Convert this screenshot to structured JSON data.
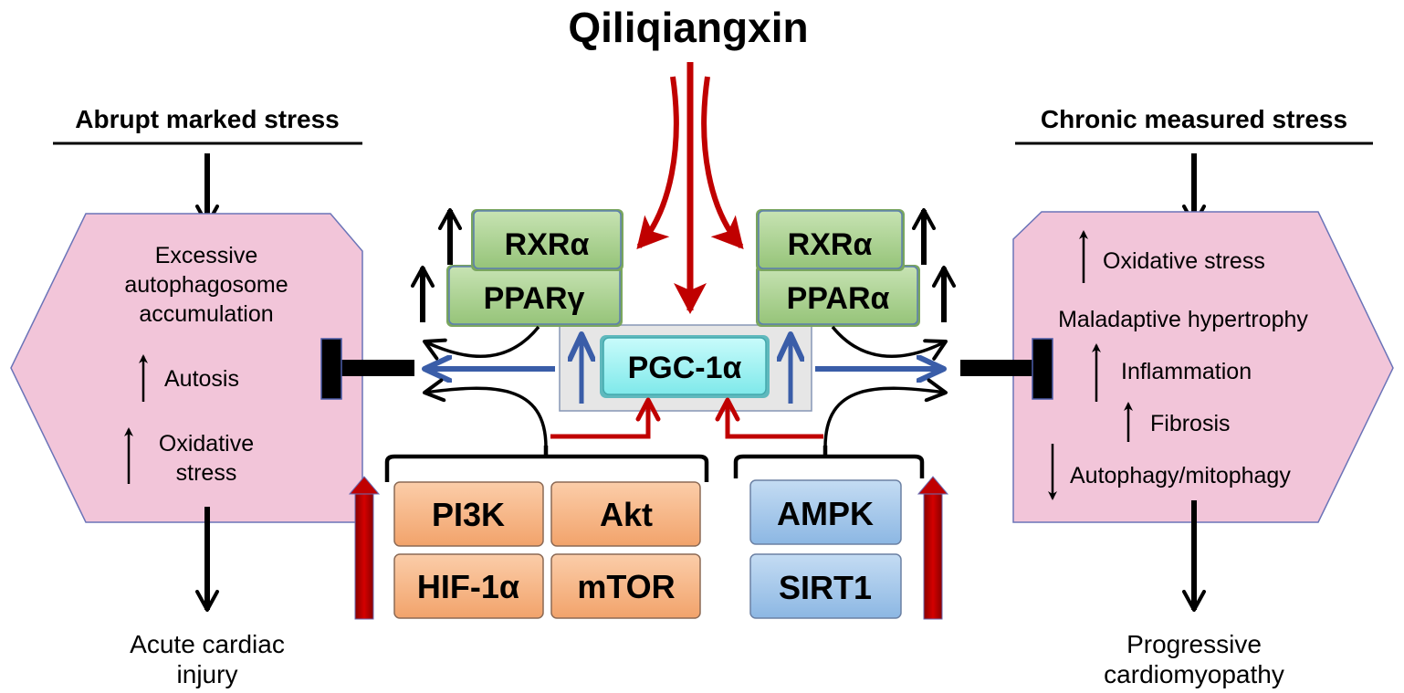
{
  "title": "Qiliqiangxin",
  "left": {
    "header": "Abrupt marked stress",
    "box_lines": [
      "Excessive",
      "autophagosome",
      "accumulation"
    ],
    "autosis": "Autosis",
    "oxidative_1": "Oxidative",
    "oxidative_2": "stress",
    "outcome_1": "Acute cardiac",
    "outcome_2": "injury"
  },
  "right": {
    "header": "Chronic measured stress",
    "oxidative": "Oxidative stress",
    "hypertrophy": "Maladaptive hypertrophy",
    "inflammation": "Inflammation",
    "fibrosis": "Fibrosis",
    "autophagy": "Autophagy/mitophagy",
    "outcome_1": "Progressive",
    "outcome_2": "cardiomyopathy"
  },
  "center": {
    "rxr_left": "RXRα",
    "ppar_left": "PPARγ",
    "rxr_right": "RXRα",
    "ppar_right": "PPARα",
    "pgc": "PGC-1α"
  },
  "kinases_left": {
    "pi3k": "PI3K",
    "akt": "Akt",
    "hif": "HIF-1α",
    "mtor": "mTOR"
  },
  "kinases_right": {
    "ampk": "AMPK",
    "sirt1": "SIRT1"
  },
  "colors": {
    "hexagon_fill": "#f2c5d9",
    "hexagon_stroke": "#6b74b8",
    "green_box": "#a9d18e",
    "cyan_box": "#9ff5f5",
    "orange_box": "#f7b889",
    "blue_box": "#a7cbec",
    "red_arrow": "#c00000",
    "blue_arrow": "#3a5da8"
  }
}
